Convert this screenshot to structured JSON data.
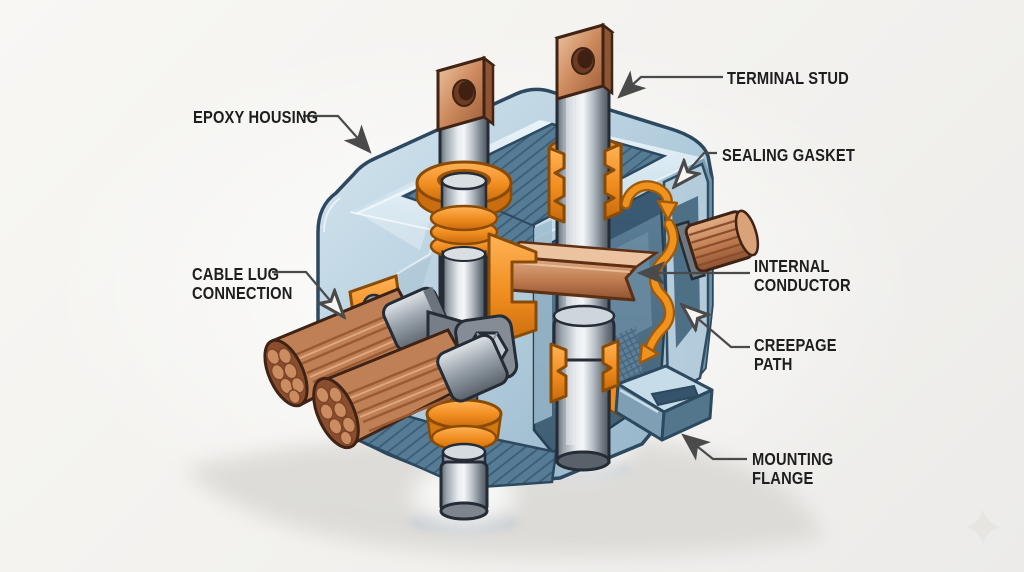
{
  "diagram": {
    "type": "technical-cutaway-diagram",
    "labels": [
      {
        "id": "epoxy-housing",
        "text": "EPOXY HOUSING"
      },
      {
        "id": "terminal-stud",
        "text": "TERMINAL STUD"
      },
      {
        "id": "sealing-gasket",
        "text": "SEALING GASKET"
      },
      {
        "id": "cable-lug-connection",
        "text": "CABLE LUG\nCONNECTION"
      },
      {
        "id": "internal-conductor",
        "text": "INTERNAL\nCONDUCTOR"
      },
      {
        "id": "creepage-path",
        "text": "CREEPAGE\nPATH"
      },
      {
        "id": "mounting-flange",
        "text": "MOUNTING\nFLANGE"
      }
    ],
    "palette": {
      "background": "#f2f1ee",
      "housing_glass": "#b9d2e2",
      "housing_cut": "#567b94",
      "cavity": "#4a6c83",
      "seal_orange": "#f08c1f",
      "copper": "#c08056",
      "metal": "#aab3bb",
      "outline": "#2c4960",
      "leader_line": "#4a4a4a",
      "label_text": "#1e1e1e"
    }
  }
}
